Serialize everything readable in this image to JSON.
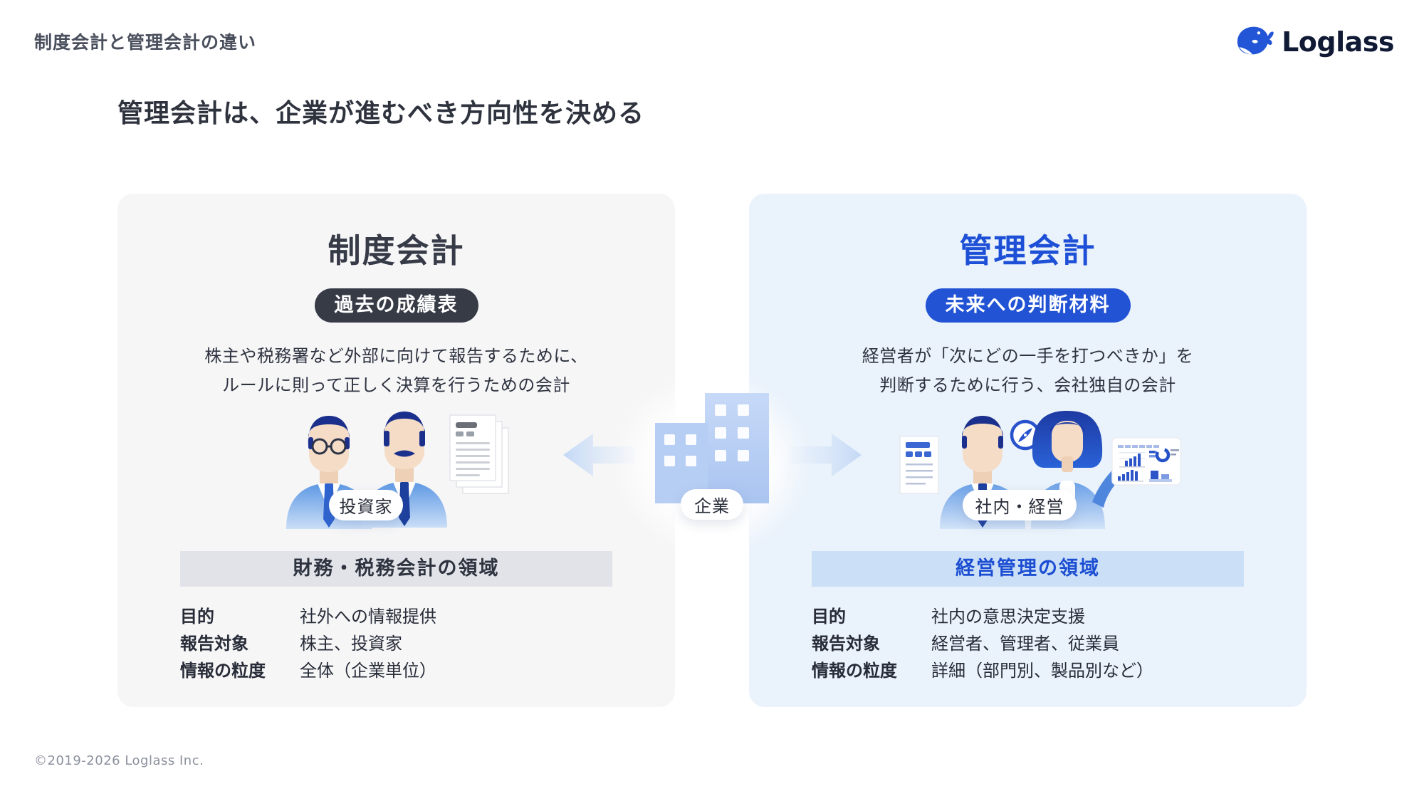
{
  "page": {
    "top_title": "制度会計と管理会計の違い",
    "main_heading": "管理会計は、企業が進むべき方向性を決める",
    "logo_text": "Loglass",
    "footer": "©2019-2026 Loglass Inc."
  },
  "colors": {
    "accent_blue": "#2153d4",
    "dark_slate": "#363b46",
    "left_card_bg": "#f6f6f7",
    "right_card_bg": "#eaf2fb",
    "left_header_bg": "#e2e3e8",
    "right_header_bg": "#cbdff7",
    "building_blue": "#b3ccf3"
  },
  "left_card": {
    "title": "制度会計",
    "badge": "過去の成績表",
    "desc1": "株主や税務署など外部に向けて報告するために、",
    "desc2": "ルールに則って正しく決算を行うための会計",
    "figure_label": "投資家",
    "domain_header": "財務・税務会計の領域",
    "rows": [
      {
        "label": "目的",
        "value": "社外への情報提供"
      },
      {
        "label": "報告対象",
        "value": "株主、投資家"
      },
      {
        "label": "情報の粒度",
        "value": "全体（企業単位）"
      }
    ]
  },
  "right_card": {
    "title": "管理会計",
    "badge": "未来への判断材料",
    "desc1": "経営者が「次にどの一手を打つべきか」を",
    "desc2": "判断するために行う、会社独自の会計",
    "figure_label": "社内・経営",
    "domain_header": "経営管理の領域",
    "rows": [
      {
        "label": "目的",
        "value": "社内の意思決定支援"
      },
      {
        "label": "報告対象",
        "value": "経営者、管理者、従業員"
      },
      {
        "label": "情報の粒度",
        "value": "詳細（部門別、製品別など）"
      }
    ]
  },
  "center": {
    "company_label": "企業"
  }
}
